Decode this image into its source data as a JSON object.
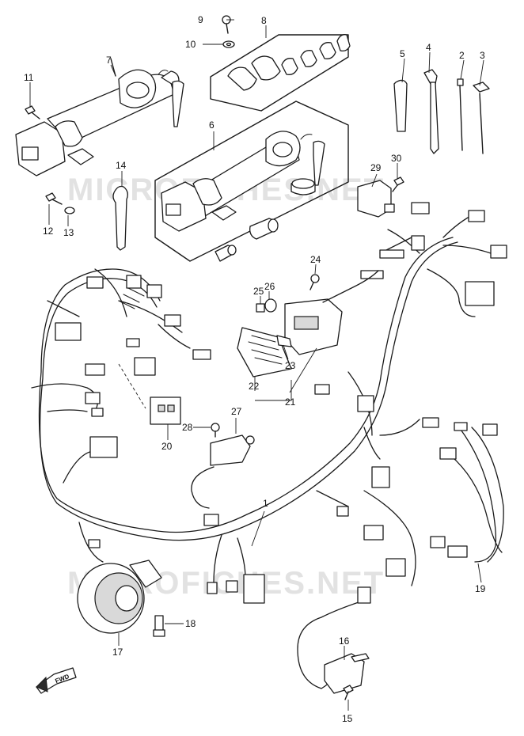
{
  "watermark": "MICROFICHES.NET",
  "direction_label": "FWD",
  "callouts": [
    "1",
    "2",
    "3",
    "5",
    "4",
    "6",
    "7",
    "8",
    "9",
    "10",
    "11",
    "12",
    "13",
    "14",
    "15",
    "16",
    "17",
    "18",
    "19",
    "20",
    "21",
    "22",
    "23",
    "24",
    "25",
    "26",
    "27",
    "28",
    "29",
    "30"
  ]
}
